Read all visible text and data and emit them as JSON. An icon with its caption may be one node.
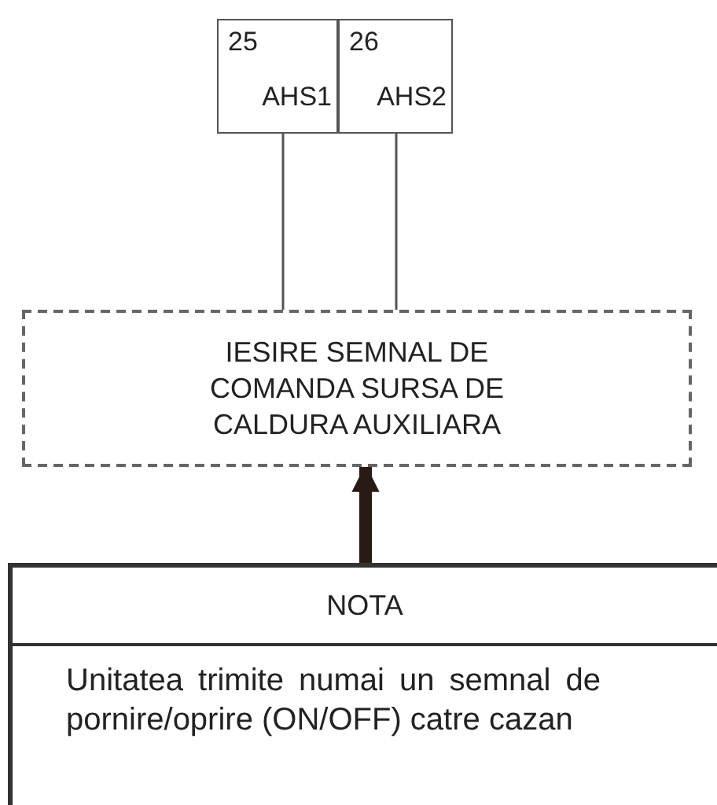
{
  "diagram": {
    "nodes": [
      {
        "text": [
          "25",
          "AHS1"
        ]
      },
      {
        "text": [
          "26",
          "AHS2"
        ]
      },
      {
        "text": [
          "IESIRE SEMNAL DE COMANDA SURSA DE CALDURA AUXILIARA"
        ]
      },
      {
        "text": [
          "NOTA",
          "Unitatea trimite numai un semnal de pornire/oprire (ON/OFF) catre cazan"
        ]
      }
    ],
    "edges": [
      {
        "from": 0,
        "to": 2,
        "arrow": "none"
      },
      {
        "from": 1,
        "to": 2,
        "arrow": "none"
      },
      {
        "from": 3,
        "to": 2,
        "arrow": "to",
        "style": "thick"
      }
    ]
  }
}
